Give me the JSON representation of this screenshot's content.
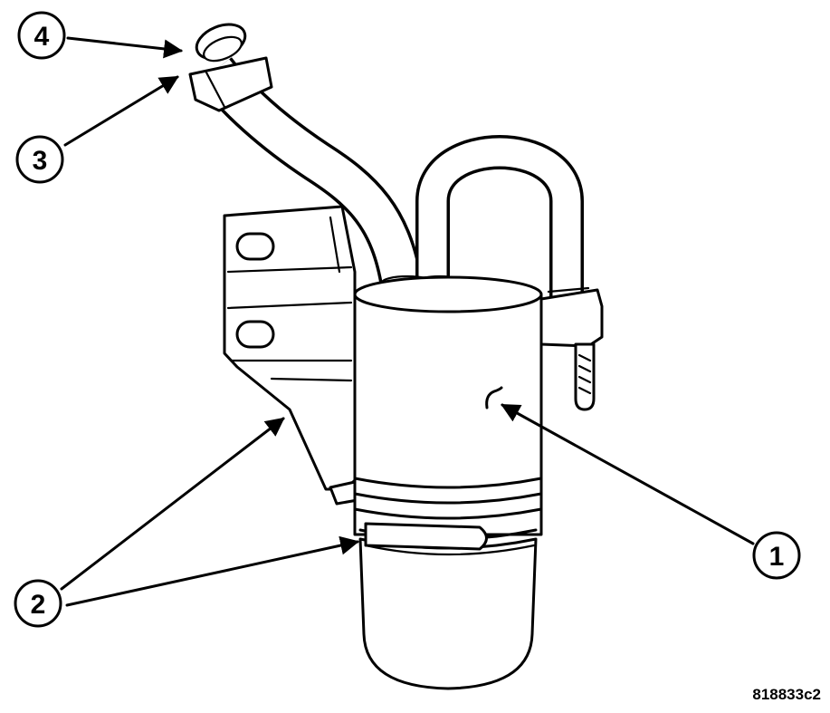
{
  "callouts": [
    {
      "id": "1",
      "label": "1"
    },
    {
      "id": "2",
      "label": "2"
    },
    {
      "id": "3",
      "label": "3"
    },
    {
      "id": "4",
      "label": "4"
    }
  ],
  "figure_id": "818833c2",
  "colors": {
    "ink": "#000000",
    "paper": "#ffffff"
  }
}
